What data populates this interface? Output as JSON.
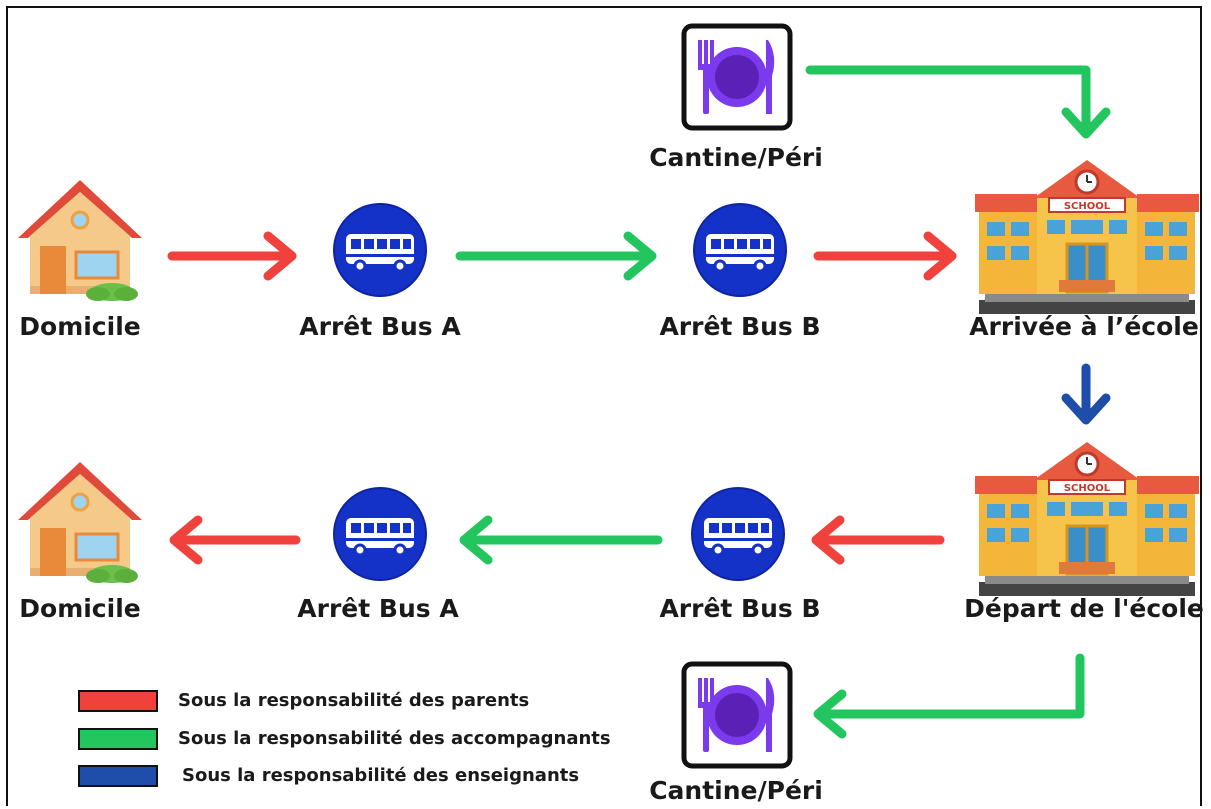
{
  "colors": {
    "parents": "#f0413c",
    "accompagnants": "#22c55e",
    "enseignants": "#1e4eaa",
    "bus_sign": "#1431c8",
    "cantine_icon": "#7c3aed"
  },
  "nodes": {
    "domicile_top": "Domicile",
    "bus_a_top": "Arrêt Bus A",
    "bus_b_top": "Arrêt Bus B",
    "arrivee": "Arrivée à l’école",
    "cantine_top": "Cantine/Péri",
    "domicile_bottom": "Domicile",
    "bus_a_bottom": "Arrêt Bus A",
    "bus_b_bottom": "Arrêt Bus B",
    "depart": "Départ de l'école",
    "cantine_bottom": "Cantine/Péri"
  },
  "school_sign": "SCHOOL",
  "legend": [
    {
      "label": "Sous la responsabilité des parents",
      "color": "#f0413c"
    },
    {
      "label": "Sous la responsabilité des accompagnants",
      "color": "#22c55e"
    },
    {
      "label": "Sous la responsabilité des enseignants",
      "color": "#1e4eaa"
    }
  ],
  "icons": {
    "house": "house-icon",
    "bus": "bus-stop-icon",
    "school": "school-icon",
    "cantine": "cantine-plate-icon"
  }
}
